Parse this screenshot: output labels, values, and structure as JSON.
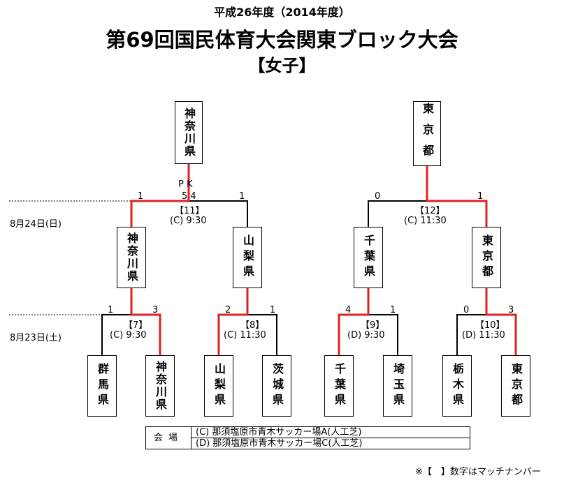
{
  "header": {
    "year": "平成26年度（2014年度）",
    "title": "第69回国民体育大会関東ブロック大会",
    "category": "【女子】"
  },
  "teams": {
    "t1": "群馬県",
    "t2": "神奈川県",
    "t3": "山梨県",
    "t4": "茨城県",
    "t5": "千葉県",
    "t6": "埼玉県",
    "t7": "栃木県",
    "t8": "東京都",
    "w7": "神奈川県",
    "w8": "山梨県",
    "w9": "千葉県",
    "w10": "東京都",
    "w11": "神奈川県",
    "w12": "東京都"
  },
  "rounds": {
    "day1": "8月23日(土)",
    "day2": "8月24日(日)"
  },
  "matches": {
    "m7": {
      "no": "【7】",
      "time": "(C)  9:30",
      "score_left": "1",
      "score_right": "3"
    },
    "m8": {
      "no": "【8】",
      "time": "(C)  11:30",
      "score_left": "2",
      "score_right": "1"
    },
    "m9": {
      "no": "【9】",
      "time": "(D)  9:30",
      "score_left": "4",
      "score_right": "1"
    },
    "m10": {
      "no": "【10】",
      "time": "(D)  11:30",
      "score_left": "0",
      "score_right": "3"
    },
    "m11": {
      "no": "【11】",
      "time": "(C)  9:30",
      "score_left": "1",
      "score_right": "1",
      "pk_label": "P  K",
      "pk_score": "5 4"
    },
    "m12": {
      "no": "【12】",
      "time": "(C)  11:30",
      "score_left": "0",
      "score_right": "1"
    }
  },
  "venues": {
    "label": "会場",
    "c": "(C) 那須塩原市青木サッカー場A(人工芝)",
    "d": "(D) 那須塩原市青木サッカー場C(人工芝)"
  },
  "footnote": "※【　】数字はマッチナンバー",
  "colors": {
    "win_line": "#e02020",
    "line": "#000000"
  }
}
